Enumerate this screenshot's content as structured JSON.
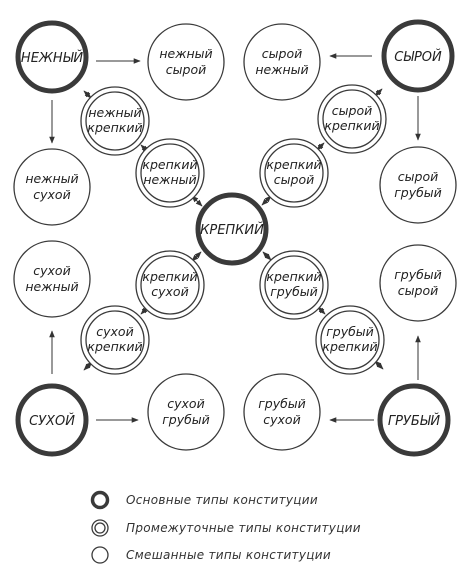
{
  "nodes": [
    {
      "id": "nezhny",
      "kind": "basic",
      "lines": [
        "НЕЖНЫЙ"
      ]
    },
    {
      "id": "syroy",
      "kind": "basic",
      "lines": [
        "СЫРОЙ"
      ]
    },
    {
      "id": "krepky",
      "kind": "basic",
      "lines": [
        "КРЕПКИЙ"
      ]
    },
    {
      "id": "sukhoy",
      "kind": "basic",
      "lines": [
        "СУХОЙ"
      ]
    },
    {
      "id": "gruby",
      "kind": "basic",
      "lines": [
        "ГРУБЫЙ"
      ]
    },
    {
      "id": "nezhny-krepky",
      "kind": "intermediate",
      "lines": [
        "нежный",
        "крепкий"
      ]
    },
    {
      "id": "krepky-nezhny",
      "kind": "intermediate",
      "lines": [
        "крепкий",
        "нежный"
      ]
    },
    {
      "id": "syroy-krepky",
      "kind": "intermediate",
      "lines": [
        "сырой",
        "крепкий"
      ]
    },
    {
      "id": "krepky-syroy",
      "kind": "intermediate",
      "lines": [
        "крепкий",
        "сырой"
      ]
    },
    {
      "id": "krepky-sukhoy",
      "kind": "intermediate",
      "lines": [
        "крепкий",
        "сухой"
      ]
    },
    {
      "id": "sukhoy-krepky",
      "kind": "intermediate",
      "lines": [
        "сухой",
        "крепкий"
      ]
    },
    {
      "id": "krepky-gruby",
      "kind": "intermediate",
      "lines": [
        "крепкий",
        "грубый"
      ]
    },
    {
      "id": "gruby-krepky",
      "kind": "intermediate",
      "lines": [
        "грубый",
        "крепкий"
      ]
    },
    {
      "id": "nezhny-syroy",
      "kind": "mixed",
      "lines": [
        "нежный",
        "сырой"
      ]
    },
    {
      "id": "syroy-nezhny",
      "kind": "mixed",
      "lines": [
        "сырой",
        "нежный"
      ]
    },
    {
      "id": "nezhny-sukhoy",
      "kind": "mixed",
      "lines": [
        "нежный",
        "сухой"
      ]
    },
    {
      "id": "syroy-gruby",
      "kind": "mixed",
      "lines": [
        "сырой",
        "грубый"
      ]
    },
    {
      "id": "sukhoy-nezhny",
      "kind": "mixed",
      "lines": [
        "сухой",
        "нежный"
      ]
    },
    {
      "id": "gruby-syroy",
      "kind": "mixed",
      "lines": [
        "грубый",
        "сырой"
      ]
    },
    {
      "id": "sukhoy-gruby",
      "kind": "mixed",
      "lines": [
        "сухой",
        "грубый"
      ]
    },
    {
      "id": "gruby-sukhoy",
      "kind": "mixed",
      "lines": [
        "грубый",
        "сухой"
      ]
    }
  ],
  "legend": {
    "basic": "Основные типы конституции",
    "intermediate": "Промежуточные типы конституции",
    "mixed": "Смешанные типы конституции"
  }
}
